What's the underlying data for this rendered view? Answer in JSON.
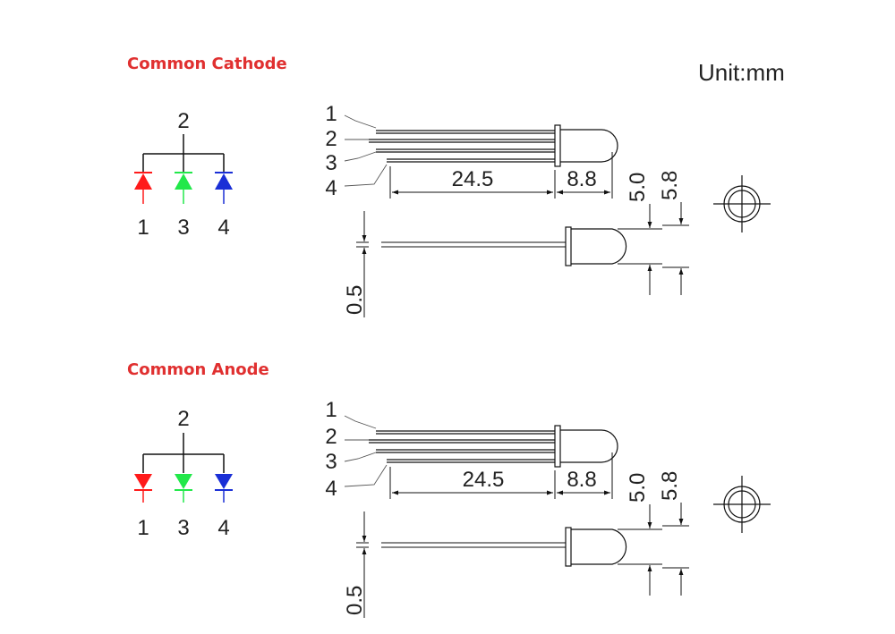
{
  "unit_label": "Unit:mm",
  "colors": {
    "title": "#e03030",
    "red_led": "#ff1a1a",
    "green_led": "#22e84a",
    "blue_led": "#1a2fd6",
    "line": "#111111"
  },
  "sections": [
    {
      "title": "Common Cathode",
      "polarity": "cathode",
      "schematic": {
        "common_pin": "2",
        "pins": [
          "1",
          "3",
          "4"
        ]
      },
      "drawing": {
        "lead_labels": [
          "1",
          "2",
          "3",
          "4"
        ],
        "dim_lead_length": "24.5",
        "dim_body_length": "8.8",
        "dim_lens_diameter": "5.0",
        "dim_flange_diameter": "5.8",
        "dim_lead_width": "0.5"
      }
    },
    {
      "title": "Common Anode",
      "polarity": "anode",
      "schematic": {
        "common_pin": "2",
        "pins": [
          "1",
          "3",
          "4"
        ]
      },
      "drawing": {
        "lead_labels": [
          "1",
          "2",
          "3",
          "4"
        ],
        "dim_lead_length": "24.5",
        "dim_body_length": "8.8",
        "dim_lens_diameter": "5.0",
        "dim_flange_diameter": "5.8",
        "dim_lead_width": "0.5"
      }
    }
  ]
}
